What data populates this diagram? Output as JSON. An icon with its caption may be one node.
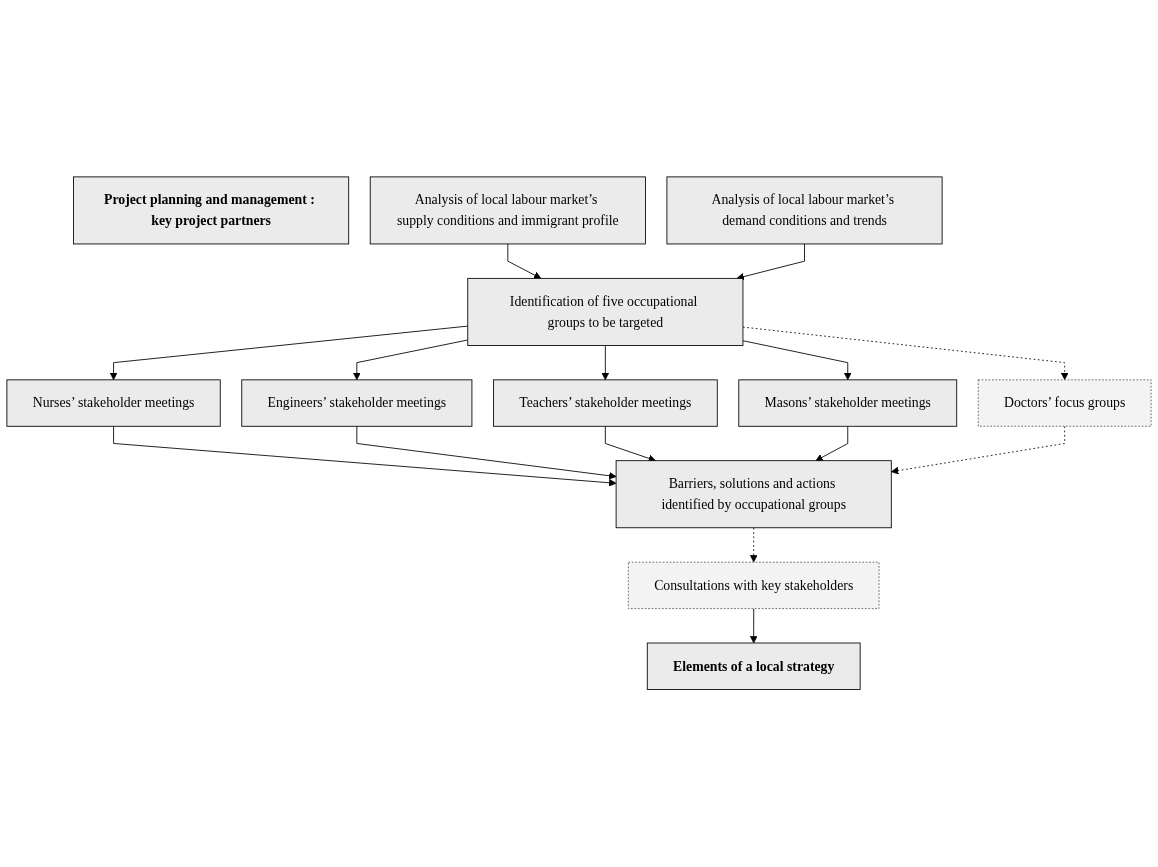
{
  "diagram": {
    "nodes": [
      {
        "text": [
          "Project planning and management : key project partners"
        ]
      },
      {
        "text": [
          "Analysis of local labour market’s supply conditions and immigrant profile"
        ]
      },
      {
        "text": [
          "Analysis of local labour market’s demand conditions and trends"
        ]
      },
      {
        "text": [
          "Identification of five occupational groups to be targeted"
        ]
      },
      {
        "text": [
          "Nurses’ stakeholder meetings"
        ]
      },
      {
        "text": [
          "Engineers’ stakeholder meetings"
        ]
      },
      {
        "text": [
          "Teachers’ stakeholder meetings"
        ]
      },
      {
        "text": [
          "Masons’ stakeholder meetings"
        ]
      },
      {
        "text": [
          "Doctors’ focus groups"
        ]
      },
      {
        "text": [
          "Barriers, solutions and actions identified by occupational groups"
        ]
      },
      {
        "text": [
          "Consultations with key stakeholders"
        ]
      },
      {
        "text": [
          "Elements of a local strategy"
        ]
      }
    ],
    "edges": [
      {
        "from": 1,
        "to": 3,
        "arrow": "to"
      },
      {
        "from": 2,
        "to": 3,
        "arrow": "to"
      },
      {
        "from": 3,
        "to": 4,
        "arrow": "to"
      },
      {
        "from": 3,
        "to": 5,
        "arrow": "to"
      },
      {
        "from": 3,
        "to": 6,
        "arrow": "to"
      },
      {
        "from": 3,
        "to": 7,
        "arrow": "to"
      },
      {
        "from": 3,
        "to": 8,
        "arrow": "to",
        "style": "dashed"
      },
      {
        "from": 4,
        "to": 9,
        "arrow": "to"
      },
      {
        "from": 5,
        "to": 9,
        "arrow": "to"
      },
      {
        "from": 6,
        "to": 9,
        "arrow": "to"
      },
      {
        "from": 7,
        "to": 9,
        "arrow": "to"
      },
      {
        "from": 8,
        "to": 9,
        "arrow": "to",
        "style": "dashed"
      },
      {
        "from": 9,
        "to": 10,
        "arrow": "to",
        "style": "dashed"
      },
      {
        "from": 10,
        "to": 11,
        "arrow": "to"
      }
    ]
  }
}
